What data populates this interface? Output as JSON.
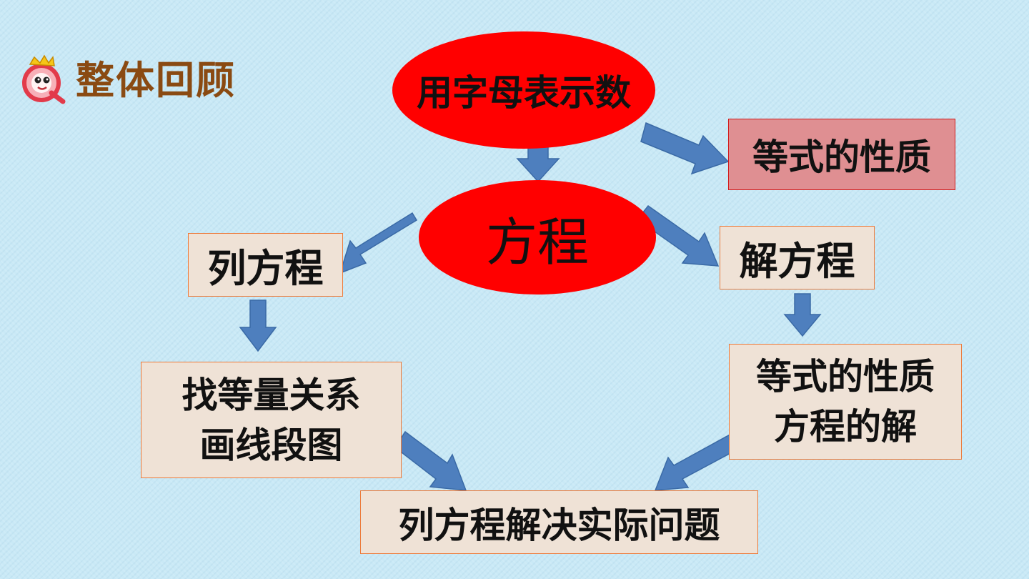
{
  "header": {
    "title": "整体回顾",
    "logo_icon": "q-mascot-icon"
  },
  "diagram": {
    "type": "flowchart",
    "arrow_color": "#4e7fbe",
    "nodes": {
      "letters": "用字母表示数",
      "equation": "方程",
      "equality_props_top": "等式的性质",
      "write_equation": "列方程",
      "solve_equation": "解方程",
      "find_relation": "找等量关系",
      "draw_segment": "画线段图",
      "props_line1": "等式的性质",
      "props_line2": "方程的解",
      "real_problems": "列方程解决实际问题"
    },
    "colors": {
      "ellipse_fill": "#ff0000",
      "box_fill": "#efe2d6",
      "box_border": "#ec7a3a",
      "pink_box_fill": "#df8f92",
      "title_color": "#8a4a12"
    }
  }
}
